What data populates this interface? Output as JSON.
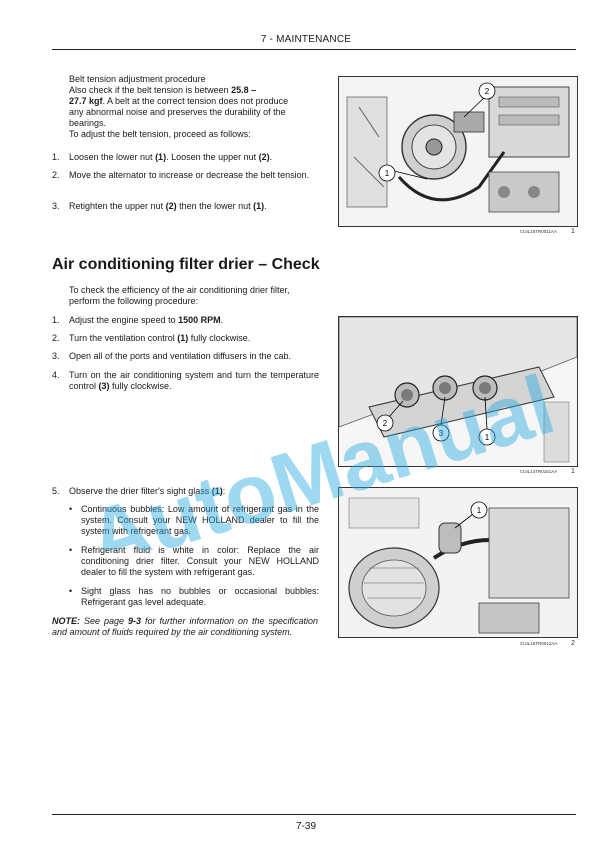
{
  "header": {
    "section": "7 - MAINTENANCE"
  },
  "belt": {
    "title": "Belt tension adjustment procedure",
    "p1_a": "Also check if the belt tension is between ",
    "p1_b": "25.8 –",
    "p1_c": "27.7 kgf",
    "p1_d": ". A belt at the correct tension does not produce",
    "p1_e": "any abnormal noise and preserves the durability of the",
    "p1_f": "bearings.",
    "p2": "To adjust the belt tension, proceed as follows:",
    "steps": [
      {
        "n": "1.",
        "parts": [
          "Loosen the lower nut ",
          "(1)",
          ". Loosen the upper nut ",
          "(2)",
          "."
        ]
      },
      {
        "n": "2.",
        "parts": [
          "Move the alternator to increase or decrease the belt tension."
        ]
      },
      {
        "n": "3.",
        "parts": [
          "Retighten the upper nut ",
          "(2)",
          " then the lower nut ",
          "(1)",
          "."
        ]
      }
    ]
  },
  "fig1": {
    "code": "CUIL16TR0011AA",
    "num": "1",
    "callouts": [
      "2",
      "1"
    ]
  },
  "ac": {
    "heading": "Air conditioning filter drier – Check",
    "intro1": "To check the efficiency of the air conditioning drier filter,",
    "intro2": "perform the following procedure:",
    "steps": [
      {
        "n": "1.",
        "pre": "Adjust the engine speed to ",
        "bold": "1500 RPM",
        "post": "."
      },
      {
        "n": "2.",
        "pre": "Turn the ventilation control ",
        "bold": "(1)",
        "post": " fully clockwise."
      },
      {
        "n": "3.",
        "pre": "Open all of the ports and ventilation diffusers in the cab.",
        "bold": "",
        "post": ""
      },
      {
        "n": "4.",
        "pre": "Turn on the air conditioning system and turn the temperature control ",
        "bold": "(3)",
        "post": " fully clockwise."
      },
      {
        "n": "5.",
        "pre": "Observe the drier filter's sight glass ",
        "bold": "(1)",
        "post": ":"
      }
    ],
    "bullets": [
      "Continuous bubbles: Low amount of refrigerant gas in the system. Consult your NEW HOLLAND dealer to fill the system with refrigerant gas.",
      "Refrigerant fluid is white in color: Replace the air conditioning drier filter. Consult your NEW HOLLAND dealer to fill the system with refrigerant gas.",
      "Sight glass has no bubbles or occasional bubbles: Refrigerant gas level adequate."
    ],
    "note_label": "NOTE:",
    "note_a": " See page ",
    "note_page": "9-3",
    "note_b": " for further information on the specification and amount of fluids required by the air conditioning system."
  },
  "fig2": {
    "code": "CUIL14TR0161AA",
    "num": "1",
    "callouts": [
      "2",
      "3",
      "1"
    ]
  },
  "fig3": {
    "code": "CUIL16TR0012AA",
    "num": "2",
    "callouts": [
      "1"
    ]
  },
  "watermark": {
    "text": "AutoManual",
    "color": "#2aa9e0"
  },
  "footer": {
    "page": "7-39"
  }
}
